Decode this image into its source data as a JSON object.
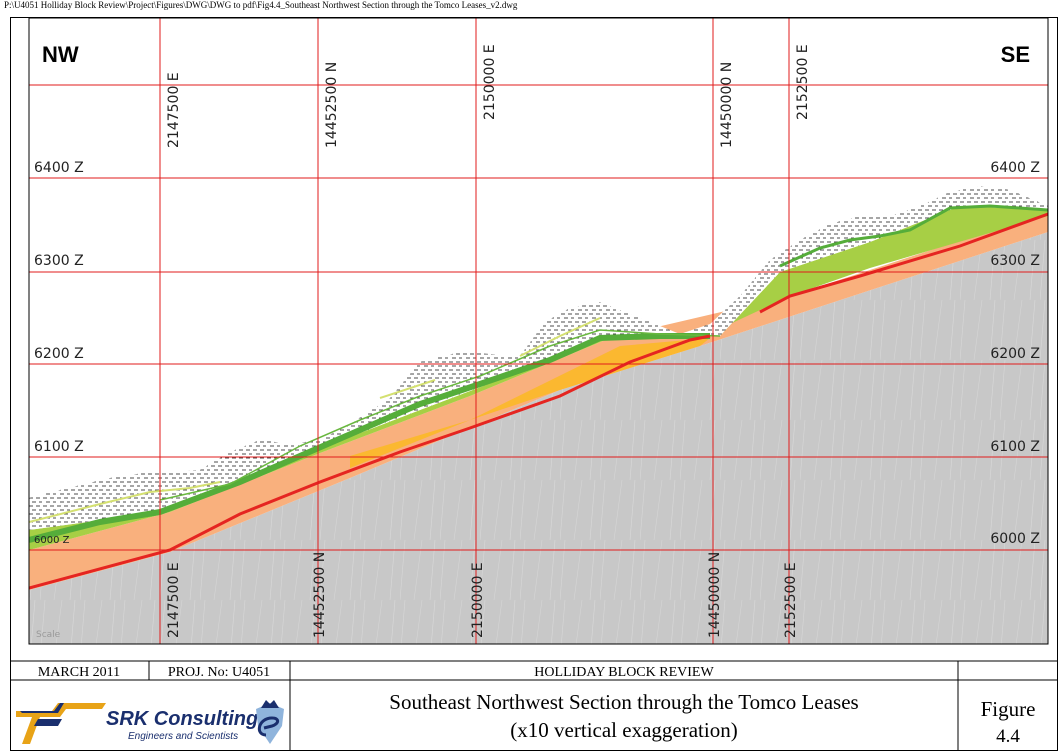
{
  "file_path": "P:\\U4051 Holliday Block Review\\Project\\Figures\\DWG\\DWG to pdf\\Fig4.4_Southeast Northwest Section through the Tomco Leases_v2.dwg",
  "section": {
    "left_direction": "NW",
    "right_direction": "SE",
    "elevation_labels": [
      "6400 Z",
      "6300 Z",
      "6200 Z",
      "6100 Z",
      "6000 Z"
    ],
    "top_grid_labels": [
      "2147500 E",
      "14452500 N",
      "2150000 E",
      "14450000 N",
      "2152500 E"
    ],
    "bottom_grid_labels": [
      "2147500 E",
      "14452500 N",
      "2150000 E",
      "14450000 N",
      "2152500 E"
    ],
    "small_labels": [
      "6000 Z",
      "Scale"
    ],
    "colors": {
      "grid": "#e11b1b",
      "bedrock": "#c8c8c8",
      "orange_unit": "#f9b07d",
      "gold_unit": "#fbb830",
      "green_unit": "#a7cf45",
      "dark_green_band": "#55ad3a",
      "red_contact": "#e52521",
      "overburden_hatch": "#000000"
    }
  },
  "title_block": {
    "date": "MARCH 2011",
    "project_no": "PROJ. No: U4051",
    "project_name": "HOLLIDAY BLOCK REVIEW",
    "company": "SRK Consulting",
    "company_subtitle": "Engineers and Scientists",
    "title_line1": "Southeast Northwest Section through the Tomco Leases",
    "title_line2": "(x10 vertical exaggeration)",
    "figure_label": "Figure",
    "figure_number": "4.4"
  }
}
